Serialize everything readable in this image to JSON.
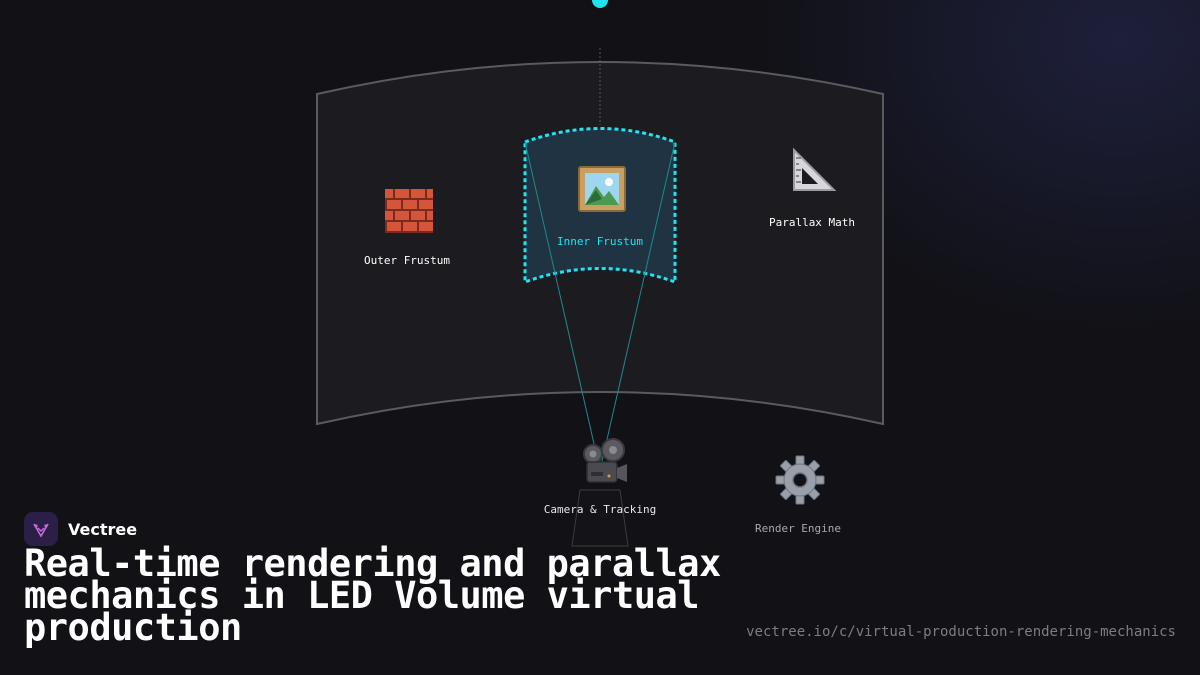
{
  "diagram": {
    "nodes": {
      "outer_frustum": {
        "label": "Outer Frustum",
        "icon": "brick-wall-icon"
      },
      "inner_frustum": {
        "label": "Inner Frustum",
        "icon": "framed-picture-icon"
      },
      "parallax_math": {
        "label": "Parallax Math",
        "icon": "triangular-ruler-icon"
      },
      "camera_tracking": {
        "label": "Camera & Tracking",
        "icon": "movie-camera-icon"
      },
      "render_engine": {
        "label": "Render Engine",
        "icon": "gear-icon"
      }
    },
    "colors": {
      "accent": "#22e3f0",
      "wall_fill": "#1c1c20",
      "wall_stroke": "#5a5a60",
      "inner_fill": "#1f3342",
      "label_dim": "#a8a8b0"
    }
  },
  "brand": {
    "name": "Vectree",
    "logo_color": "#c56ad8"
  },
  "headline": "Real-time rendering and parallax mechanics in LED Volume virtual production",
  "source_url": "vectree.io/c/virtual-production-rendering-mechanics"
}
